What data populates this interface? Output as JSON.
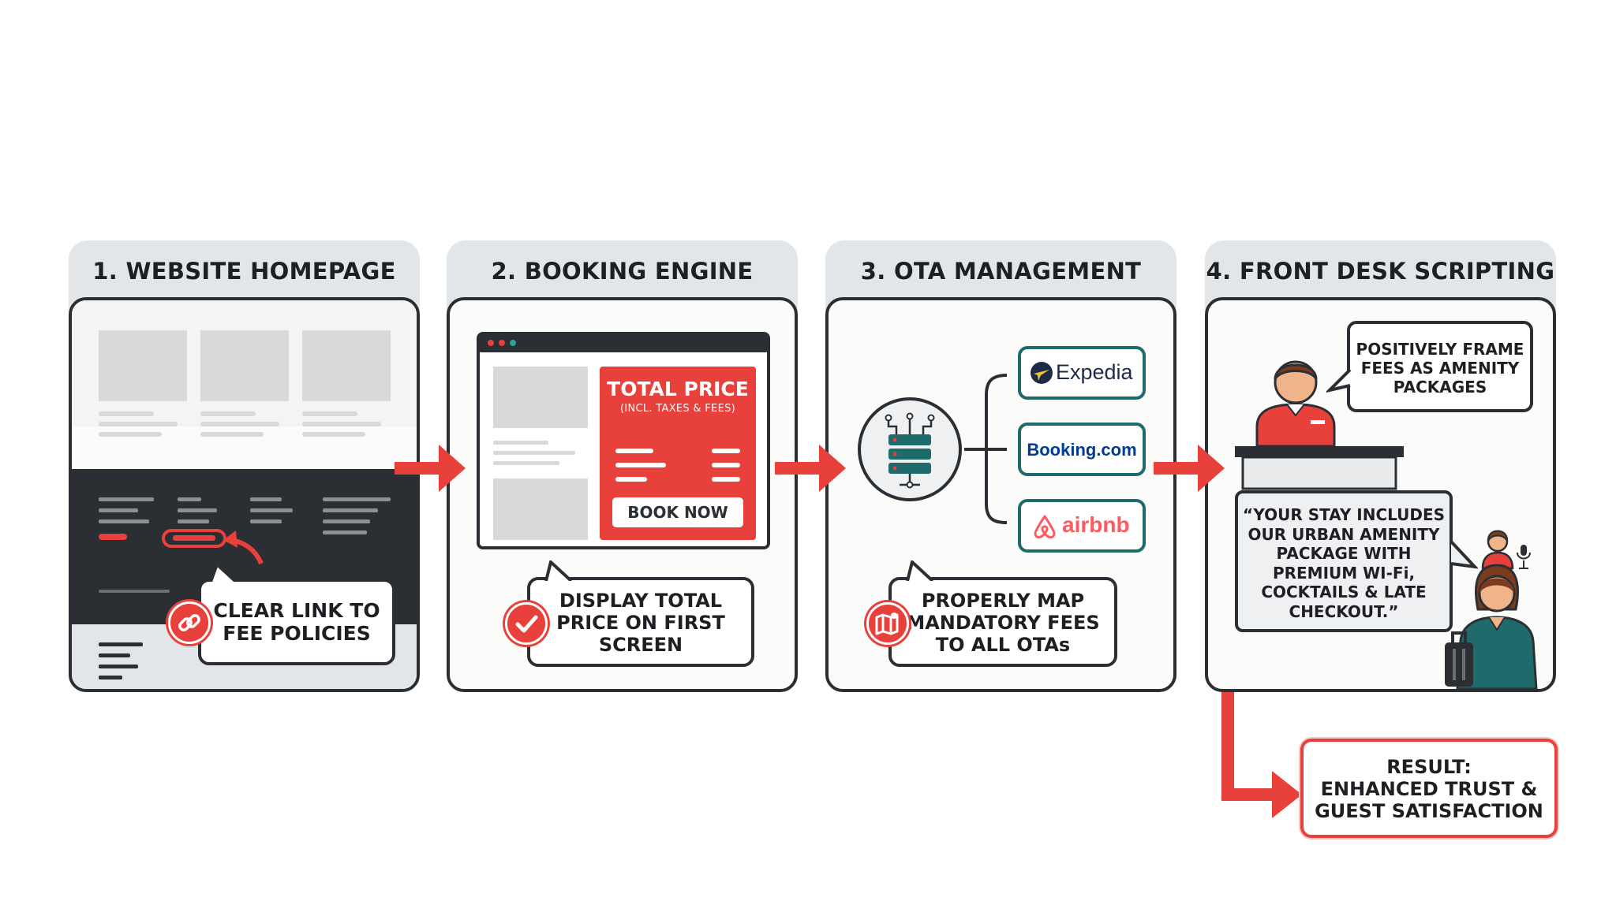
{
  "steps": [
    {
      "title": "1. WEBSITE HOMEPAGE",
      "callout": [
        "CLEAR LINK TO",
        "FEE POLICIES"
      ],
      "icon": "link-icon"
    },
    {
      "title": "2. BOOKING ENGINE",
      "price_card": {
        "title": "TOTAL PRICE",
        "subtitle": "(INCL. TAXES & FEES)",
        "button": "BOOK NOW"
      },
      "callout": [
        "DISPLAY TOTAL",
        "PRICE ON FIRST",
        "SCREEN"
      ],
      "icon": "checkmark-icon"
    },
    {
      "title": "3. OTA MANAGEMENT",
      "otas": [
        "Expedia",
        "Booking.com",
        "airbnb"
      ],
      "callout": [
        "PROPERLY MAP",
        "MANDATORY FEES",
        "TO ALL OTAs"
      ],
      "icon": "map-icon"
    },
    {
      "title": "4. FRONT DESK SCRIPTING",
      "tip": [
        "POSITIVELY FRAME",
        "FEES AS AMENITY",
        "PACKAGES"
      ],
      "quote": [
        "“YOUR STAY INCLUDES",
        "OUR URBAN AMENITY",
        "PACKAGE WITH",
        "PREMIUM WI-Fi,",
        "COCKTAILS & LATE",
        "CHECKOUT.”"
      ]
    }
  ],
  "result": [
    "RESULT:",
    "ENHANCED TRUST &",
    "GUEST SATISFACTION"
  ],
  "colors": {
    "accent": "#e8403b",
    "dark": "#2b2f33",
    "teal": "#1f6a6b",
    "panel_tab": "#e3e6e8"
  }
}
